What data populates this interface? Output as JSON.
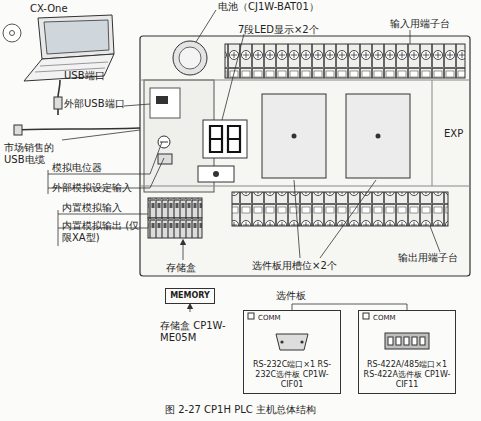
{
  "diagram": {
    "caption": "图 2-27 CP1H PLC 主机总体结构",
    "nodes": [
      {
        "text": [
          "MEMORY"
        ]
      },
      {
        "text": [
          "COMM",
          "RS-232C端口×1 RS-232C选件板 CP1W-CIF01"
        ]
      },
      {
        "text": [
          "COMM",
          "RS-422A/485端口×1 RS-422A选件板 CP1W-CIF11"
        ]
      }
    ],
    "labels": [
      "CX-One",
      "USB端口",
      "电池（CJ1W-BAT01）",
      "7段LED显示×2个",
      "输入用端子台",
      "外部USB端口",
      "市场销售的 USB电缆",
      "模拟电位器",
      "外部模拟设定输入",
      "内置模拟输入",
      "内置模拟输出 (仅限XA型)",
      "EXP",
      "存储盒",
      "选件板用槽位×2个",
      "输出用端子台",
      "存储盒 CP1W-ME05M",
      "选件板"
    ]
  }
}
